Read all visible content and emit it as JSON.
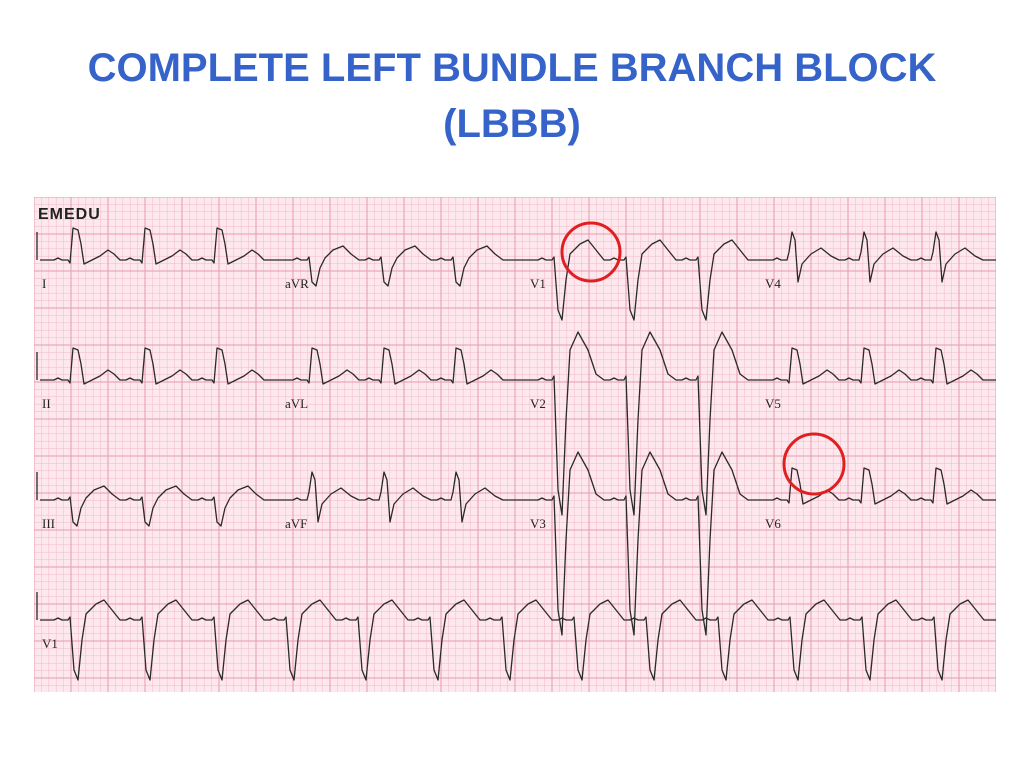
{
  "title": {
    "line1": "COMPLETE LEFT BUNDLE BRANCH BLOCK",
    "line2": "(LBBB)"
  },
  "ecg": {
    "watermark": "EMEDU",
    "grid_color": "#f2b9c8",
    "grid_major_color": "#e89aad",
    "paper_color": "#fde8ee",
    "trace_color": "#2a2a2a",
    "highlight_color": "#e02020",
    "rows": [
      {
        "leads": [
          "I",
          "aVR",
          "V1",
          "V4"
        ]
      },
      {
        "leads": [
          "II",
          "aVL",
          "V2",
          "V5"
        ]
      },
      {
        "leads": [
          "III",
          "aVF",
          "V3",
          "V6"
        ]
      },
      {
        "leads": [
          "V1"
        ]
      }
    ],
    "highlights": [
      {
        "lead": "V1",
        "marker": "circle"
      },
      {
        "lead": "V6",
        "marker": "circle"
      }
    ]
  }
}
